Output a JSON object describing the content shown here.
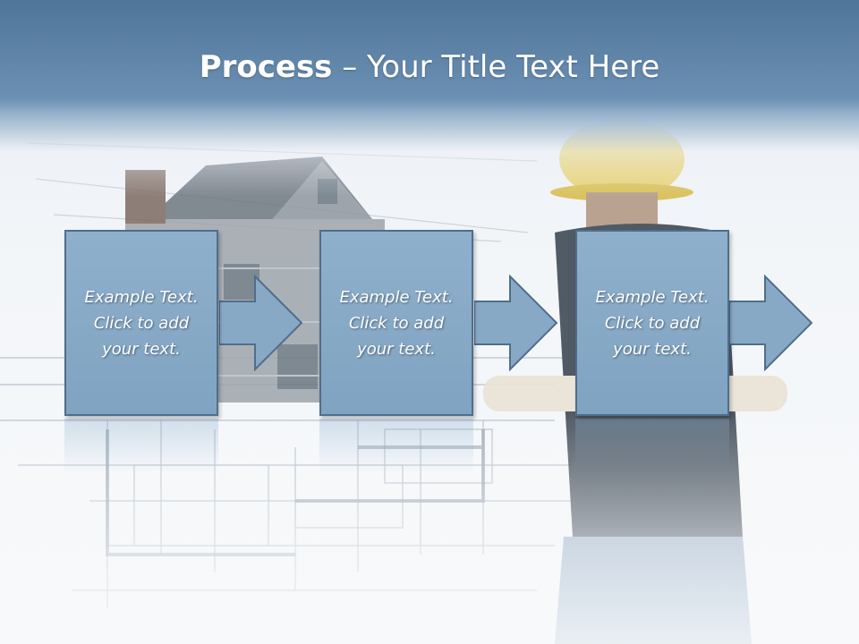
{
  "slide": {
    "title_bold": "Process",
    "title_rest": " – Your Title Text Here",
    "steps": [
      {
        "text": "Example Text.\nClick  to add\nyour text."
      },
      {
        "text": "Example Text.\nClick  to add\nyour text."
      },
      {
        "text": "Example Text.\nClick  to add\nyour text."
      }
    ]
  },
  "colors": {
    "header": "#5a7fa3",
    "box_fill": "#88a9c6",
    "box_border": "#4f6e8c"
  },
  "background": {
    "icons": [
      "house-illustration",
      "blueprint-lines",
      "worker-hard-hat"
    ]
  }
}
